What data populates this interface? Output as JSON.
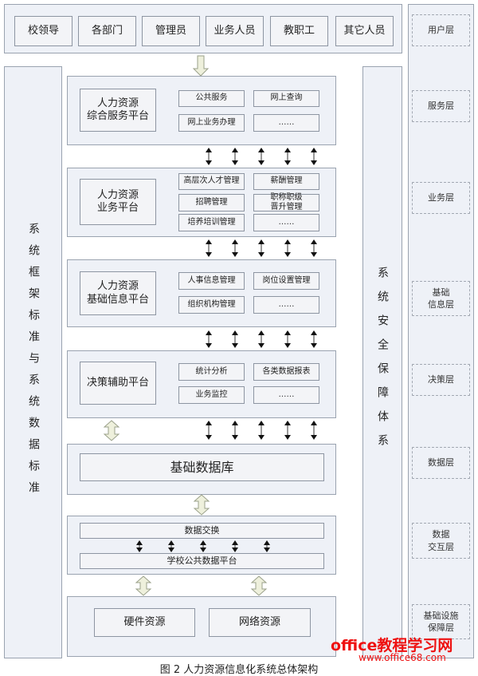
{
  "users": [
    "校领导",
    "各部门",
    "管理员",
    "业务人员",
    "教职工",
    "其它人员"
  ],
  "layers": [
    "用户层",
    "服务层",
    "业务层",
    "基础\n信息层",
    "决策层",
    "数据层",
    "数据\n交互层",
    "基础设施\n保障层"
  ],
  "left_label": "系统框架标准与系统数据标准",
  "right_label": "系统安全保障体系",
  "platforms": [
    {
      "title": "人力资源\n综合服务平台",
      "items": [
        "公共服务",
        "网上查询",
        "网上业务办理",
        "……"
      ]
    },
    {
      "title": "人力资源\n业务平台",
      "items": [
        "高层次人才管理",
        "薪酬管理",
        "招聘管理",
        "职称职级\n晋升管理",
        "培养培训管理",
        "……"
      ]
    },
    {
      "title": "人力资源\n基础信息平台",
      "items": [
        "人事信息管理",
        "岗位设置管理",
        "组织机构管理",
        "……"
      ]
    },
    {
      "title": "决策辅助平台",
      "items": [
        "统计分析",
        "各类数据报表",
        "业务监控",
        "……"
      ]
    }
  ],
  "database": "基础数据库",
  "exchange": {
    "top": "数据交换",
    "bottom": "学校公共数据平台"
  },
  "infra": [
    "硬件资源",
    "网络资源"
  ],
  "caption": "图 2  人力资源信息化系统总体架构",
  "watermark": {
    "line1": "office教程学习网",
    "line2": "www.office68.com"
  }
}
